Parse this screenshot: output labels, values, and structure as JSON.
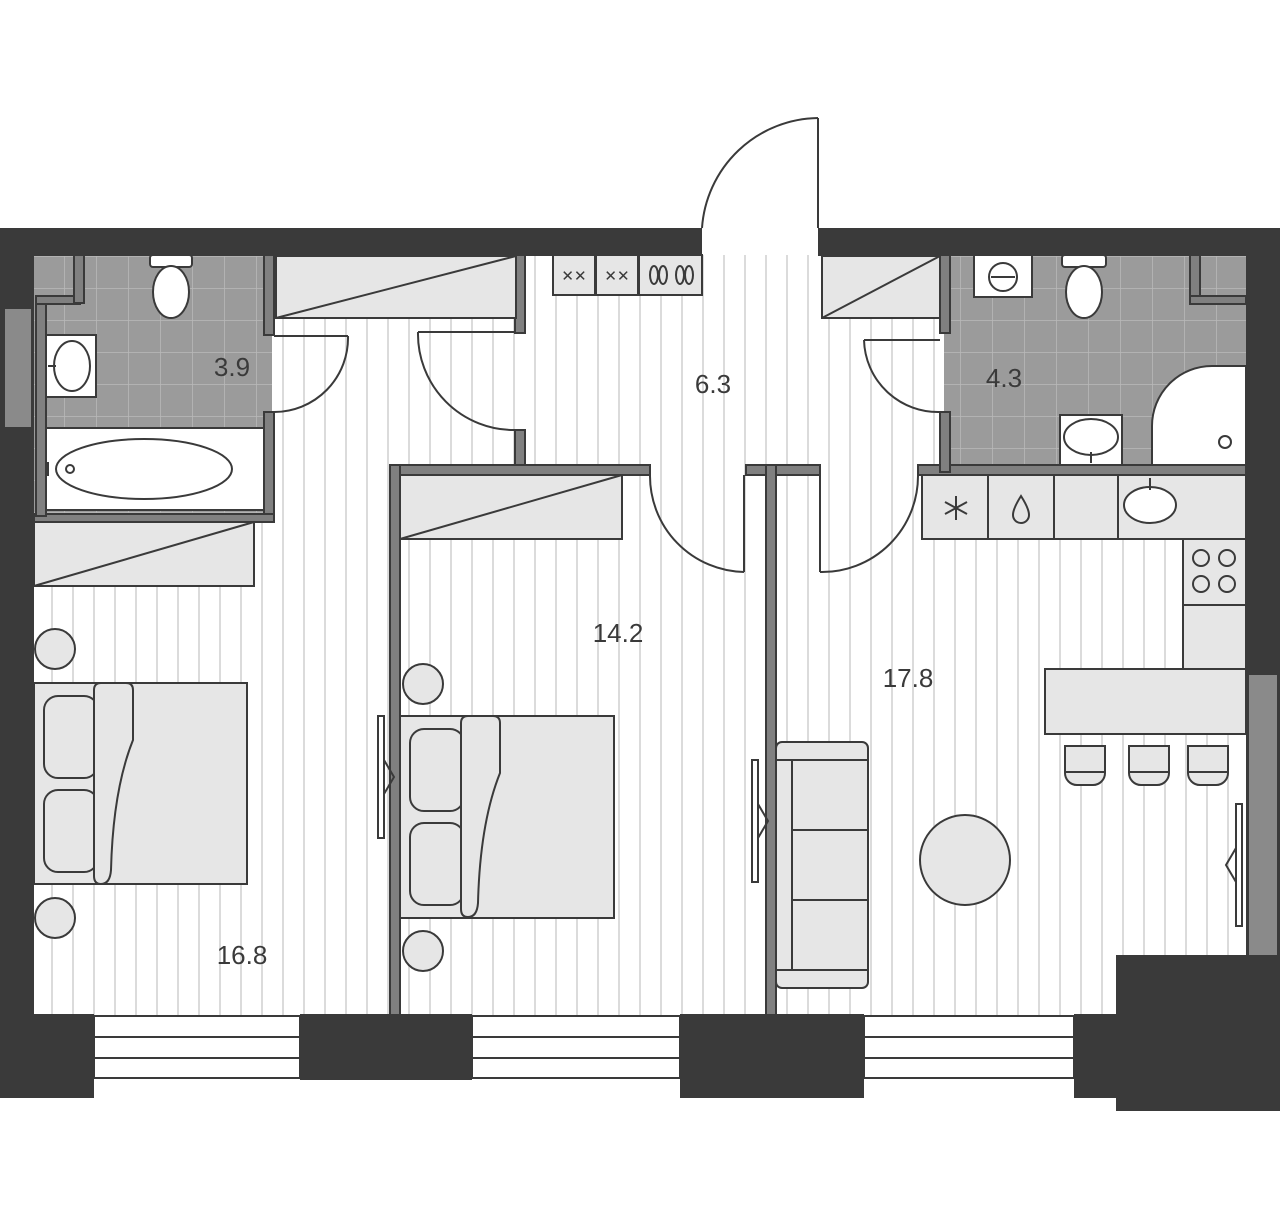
{
  "rooms": [
    {
      "id": "bath-left",
      "area": "3.9"
    },
    {
      "id": "hall",
      "area": "6.3"
    },
    {
      "id": "bath-right",
      "area": "4.3"
    },
    {
      "id": "bedroom-middle",
      "area": "14.2"
    },
    {
      "id": "living-kitchen",
      "area": "17.8"
    },
    {
      "id": "bedroom-left",
      "area": "16.8"
    }
  ],
  "colors": {
    "wall": "#3a3a3a",
    "tile": "#9b9b9b",
    "furniture": "#e6e6e6",
    "floor_line": "#d0d0d0"
  },
  "icons": [
    "toilet-icon",
    "sink-icon",
    "bathtub-icon",
    "shower-icon",
    "washing-machine-icon",
    "stove-icon",
    "kitchen-sink-icon",
    "bed-icon",
    "sofa-icon",
    "table-icon",
    "stool-icon",
    "door-icon",
    "window-icon"
  ]
}
